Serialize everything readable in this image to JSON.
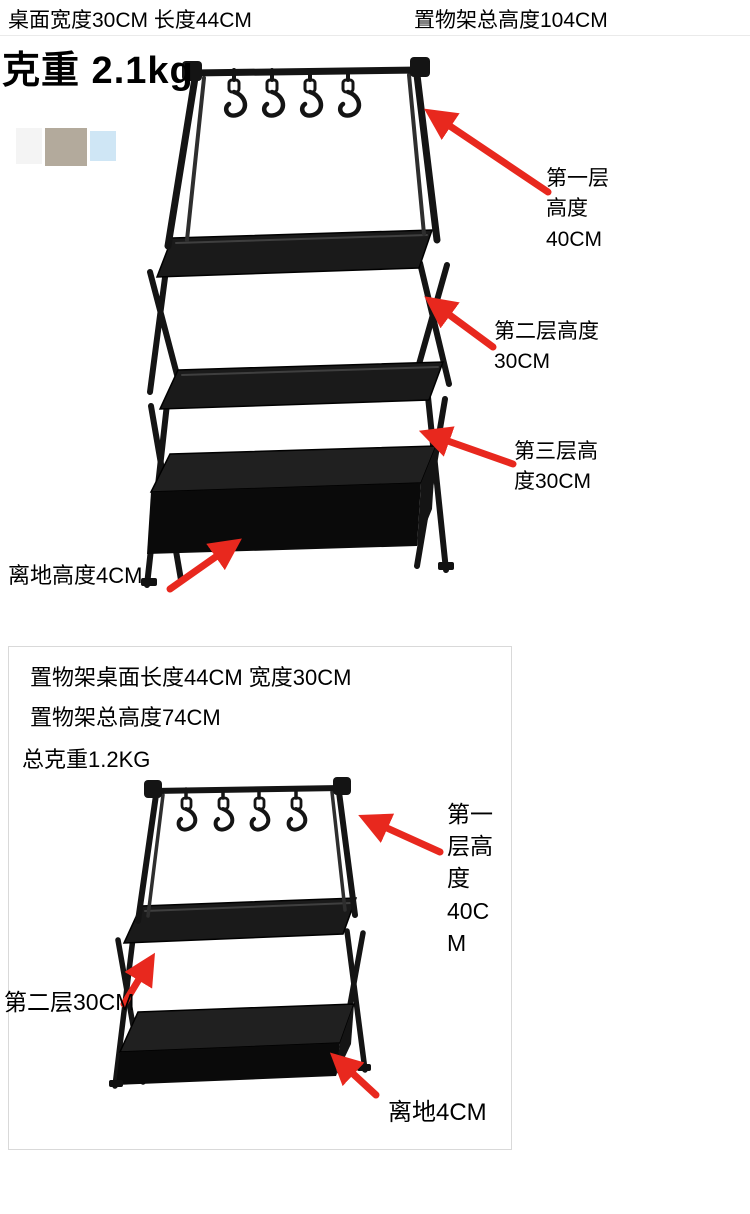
{
  "colors": {
    "arrow": "#e8281e",
    "frame": "#141414",
    "box_border": "#d9d9d9"
  },
  "section1": {
    "dim_top_left": "桌面宽度30CM 长度44CM",
    "dim_top_right": "置物架总高度104CM",
    "weight": "克重 2.1kg",
    "swatches": [
      "#f4f4f4",
      "#b3aa9c",
      "#cfe6f5"
    ],
    "tier1": "第一层\n高度\n40CM",
    "tier2": "第二层高度\n30CM",
    "tier3": "第三层高\n度30CM",
    "ground": "离地高度4CM"
  },
  "section2": {
    "dim_line1": "置物架桌面长度44CM  宽度30CM",
    "dim_line2": "置物架总高度74CM",
    "weight": "总克重1.2KG",
    "tier1": "第一\n层高\n度\n40C\nM",
    "tier2": "第二层30CM",
    "ground": "离地4CM"
  }
}
